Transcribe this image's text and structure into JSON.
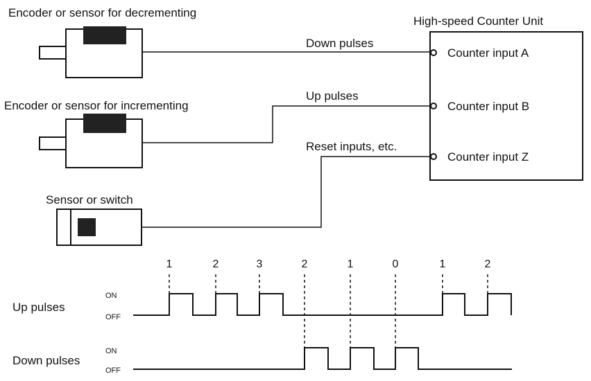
{
  "devices": {
    "decrement": "Encoder or sensor for decrementing",
    "increment": "Encoder or sensor for incrementing",
    "switch": "Sensor or switch"
  },
  "unit": {
    "title": "High-speed Counter Unit",
    "inputs": [
      "Counter input A",
      "Counter input B",
      "Counter input Z"
    ]
  },
  "wires": {
    "down": "Down pulses",
    "up": "Up pulses",
    "reset": "Reset inputs, etc."
  },
  "timing": {
    "up_label": "Up pulses",
    "down_label": "Down pulses",
    "on": "ON",
    "off": "OFF",
    "counts": [
      "1",
      "2",
      "3",
      "2",
      "1",
      "0",
      "1",
      "2"
    ]
  }
}
